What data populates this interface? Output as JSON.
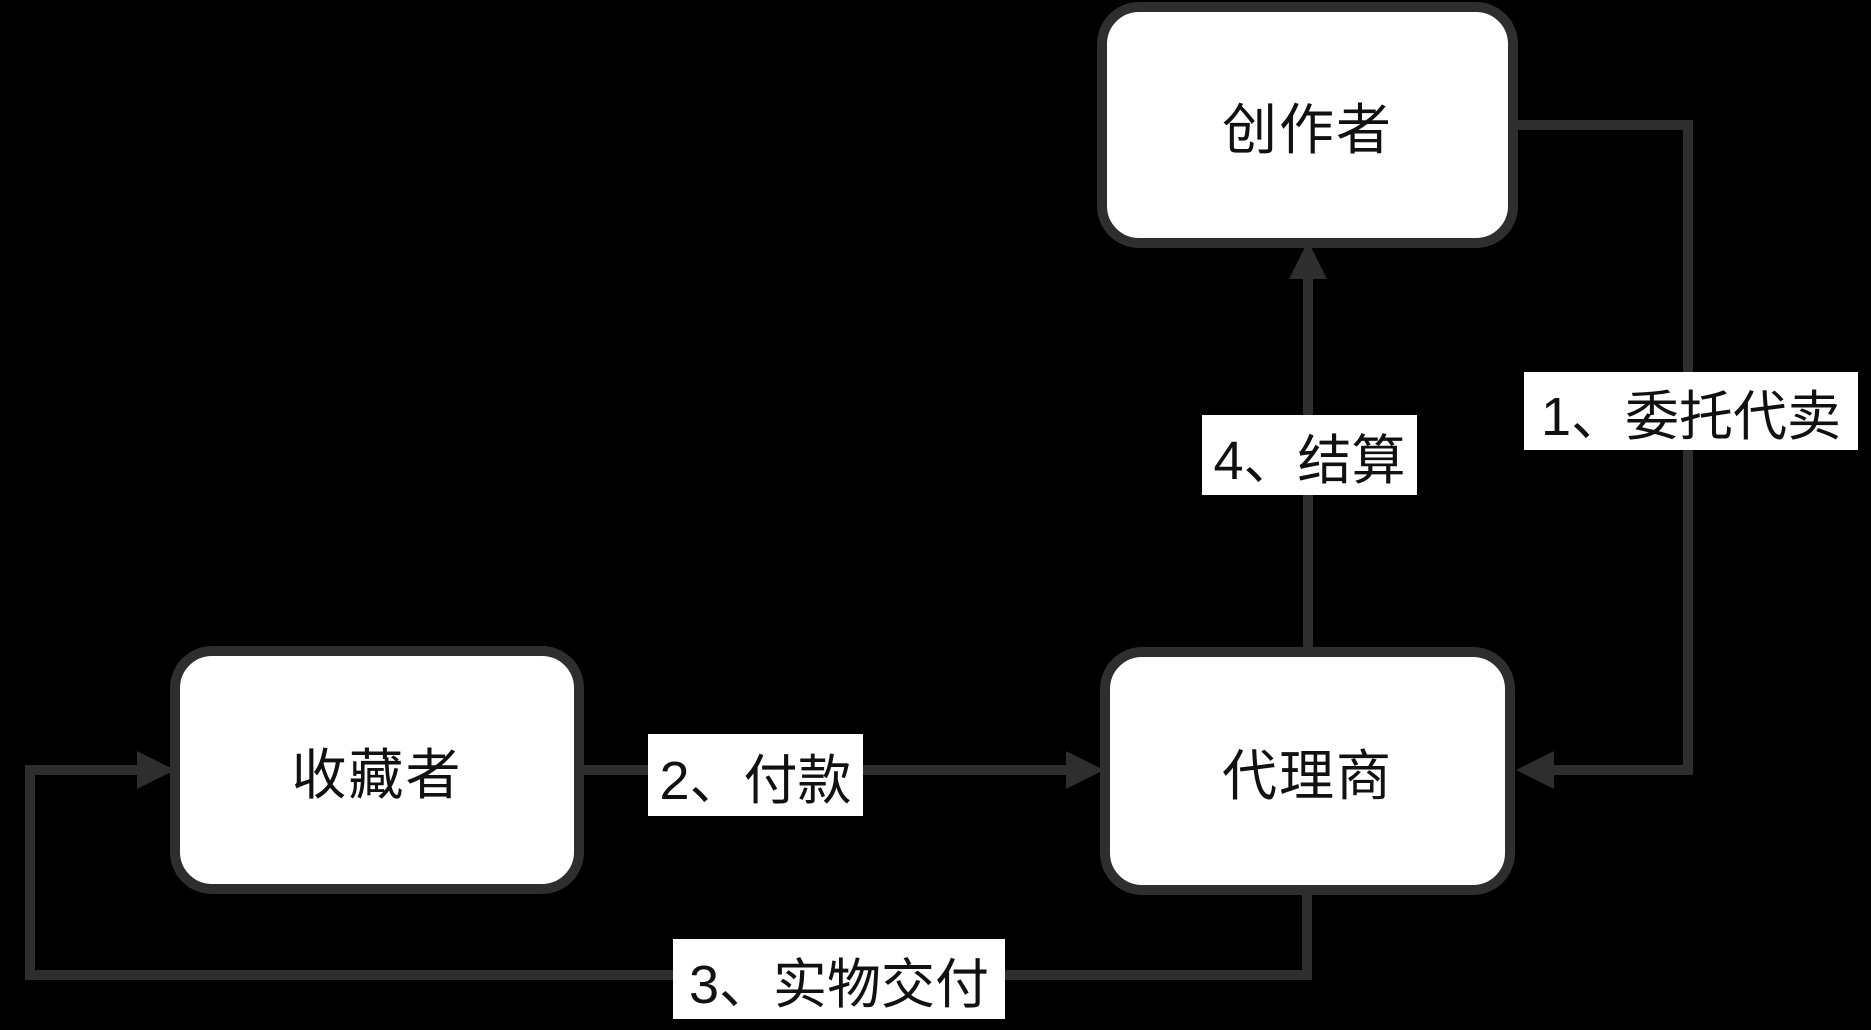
{
  "diagram": {
    "title": "consignment-sale-flow",
    "colors": {
      "background": "#000000",
      "stroke": "#2e2e2e",
      "node_fill": "#ffffff",
      "text": "#111111",
      "label_background": "#ffffff"
    },
    "nodes": [
      {
        "id": "creator",
        "label": "创作者"
      },
      {
        "id": "collector",
        "label": "收藏者"
      },
      {
        "id": "agent",
        "label": "代理商"
      }
    ],
    "edges": [
      {
        "id": "e1",
        "label": "1、委托代卖",
        "from": "creator",
        "to": "agent",
        "route": "right-down-left"
      },
      {
        "id": "e2",
        "label": "2、付款",
        "from": "collector",
        "to": "agent",
        "route": "right"
      },
      {
        "id": "e3",
        "label": "3、实物交付",
        "from": "agent",
        "to": "collector",
        "route": "down-left-up-right"
      },
      {
        "id": "e4",
        "label": "4、结算",
        "from": "agent",
        "to": "creator",
        "route": "up"
      }
    ]
  }
}
